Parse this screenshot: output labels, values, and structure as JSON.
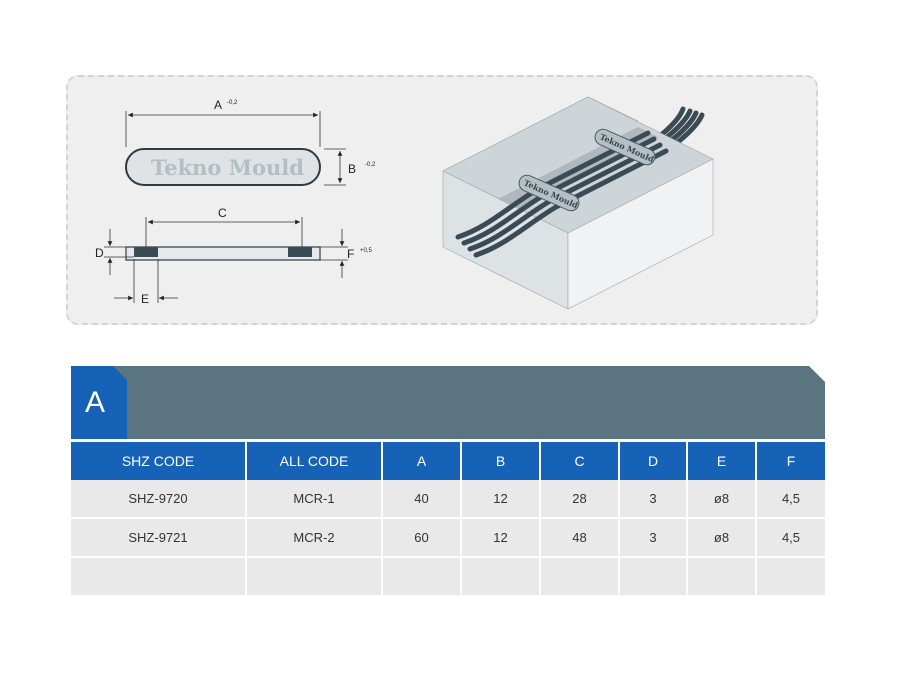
{
  "drawing": {
    "label_a": "A",
    "tol_a": "-0,2",
    "label_b": "B",
    "tol_b": "-0,2",
    "label_c": "C",
    "label_d": "D",
    "label_e": "E",
    "label_f": "F",
    "tol_f": "+0,5",
    "logo_text": "Tekno Mould",
    "tag_text": "Tekno Mould"
  },
  "section": {
    "badge": "A"
  },
  "table": {
    "headers": [
      "SHZ CODE",
      "ALL CODE",
      "A",
      "B",
      "C",
      "D",
      "E",
      "F"
    ],
    "rows": [
      [
        "SHZ-9720",
        "MCR-1",
        "40",
        "12",
        "28",
        "3",
        "ø8",
        "4,5"
      ],
      [
        "SHZ-9721",
        "MCR-2",
        "60",
        "12",
        "48",
        "3",
        "ø8",
        "4,5"
      ],
      [
        "",
        "",
        "",
        "",
        "",
        "",
        "",
        ""
      ]
    ]
  },
  "colors": {
    "header_blue": "#1662b7",
    "banner_slate": "#5a7581",
    "row_gray": "#e9e9e9",
    "panel_gray": "#efefef",
    "cable_dark": "#3a4b54"
  }
}
